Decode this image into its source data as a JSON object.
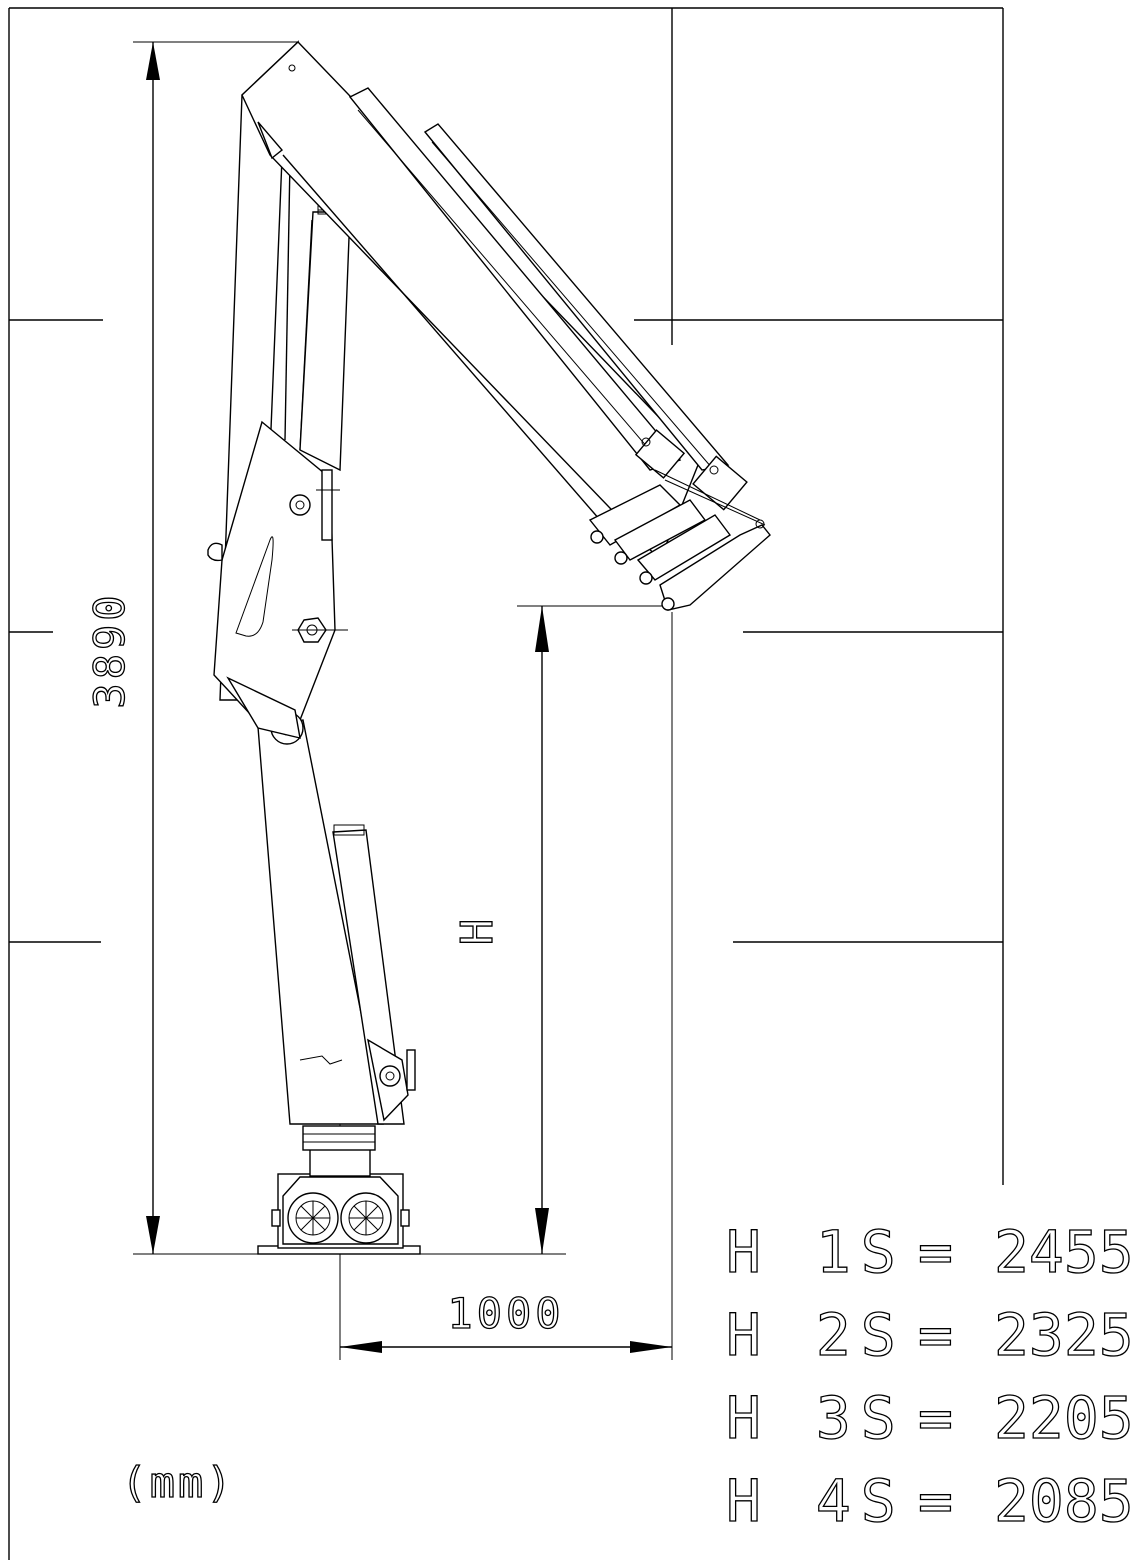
{
  "drawing": {
    "dimension_height": "3890",
    "dimension_width": "1000",
    "dimension_symbol": "H",
    "unit": "(mm)"
  },
  "heights": [
    {
      "label": "H 1S",
      "eq": "=",
      "value": "2455"
    },
    {
      "label": "H 2S",
      "eq": "=",
      "value": "2325"
    },
    {
      "label": "H 3S",
      "eq": "=",
      "value": "2205"
    },
    {
      "label": "H 4S",
      "eq": "=",
      "value": "2085"
    }
  ]
}
